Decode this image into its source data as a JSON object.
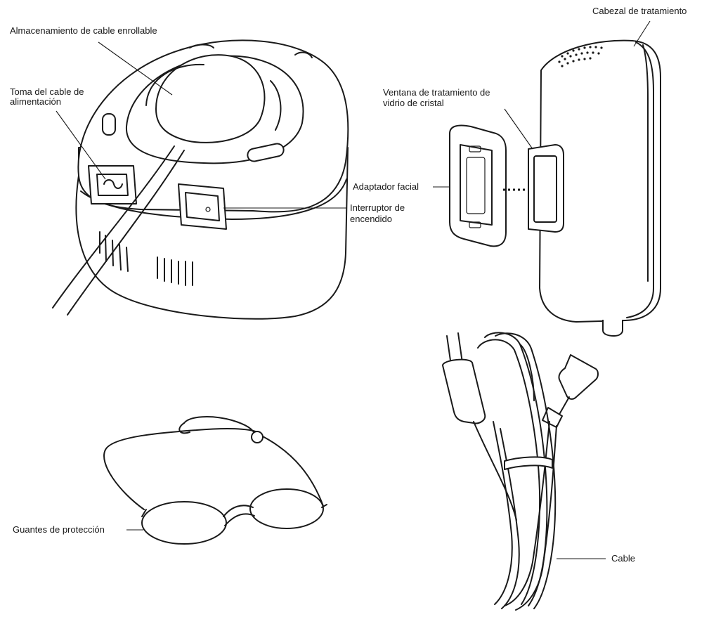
{
  "labels": {
    "cord_storage": "Almacenamiento de cable enrollable",
    "power_socket_line1": "Toma del cable de",
    "power_socket_line2": "alimentación",
    "power_switch_line1": "Interruptor de",
    "power_switch_line2": "encendido",
    "treatment_head": "Cabezal de tratamiento",
    "glass_window_line1": "Ventana de tratamiento de",
    "glass_window_line2": "vidrio de cristal",
    "facial_adapter": "Adaptador facial",
    "protective_glasses": "Guantes de protección",
    "cable": "Cable"
  },
  "colors": {
    "line": "#1a1a1a",
    "background": "#ffffff"
  }
}
